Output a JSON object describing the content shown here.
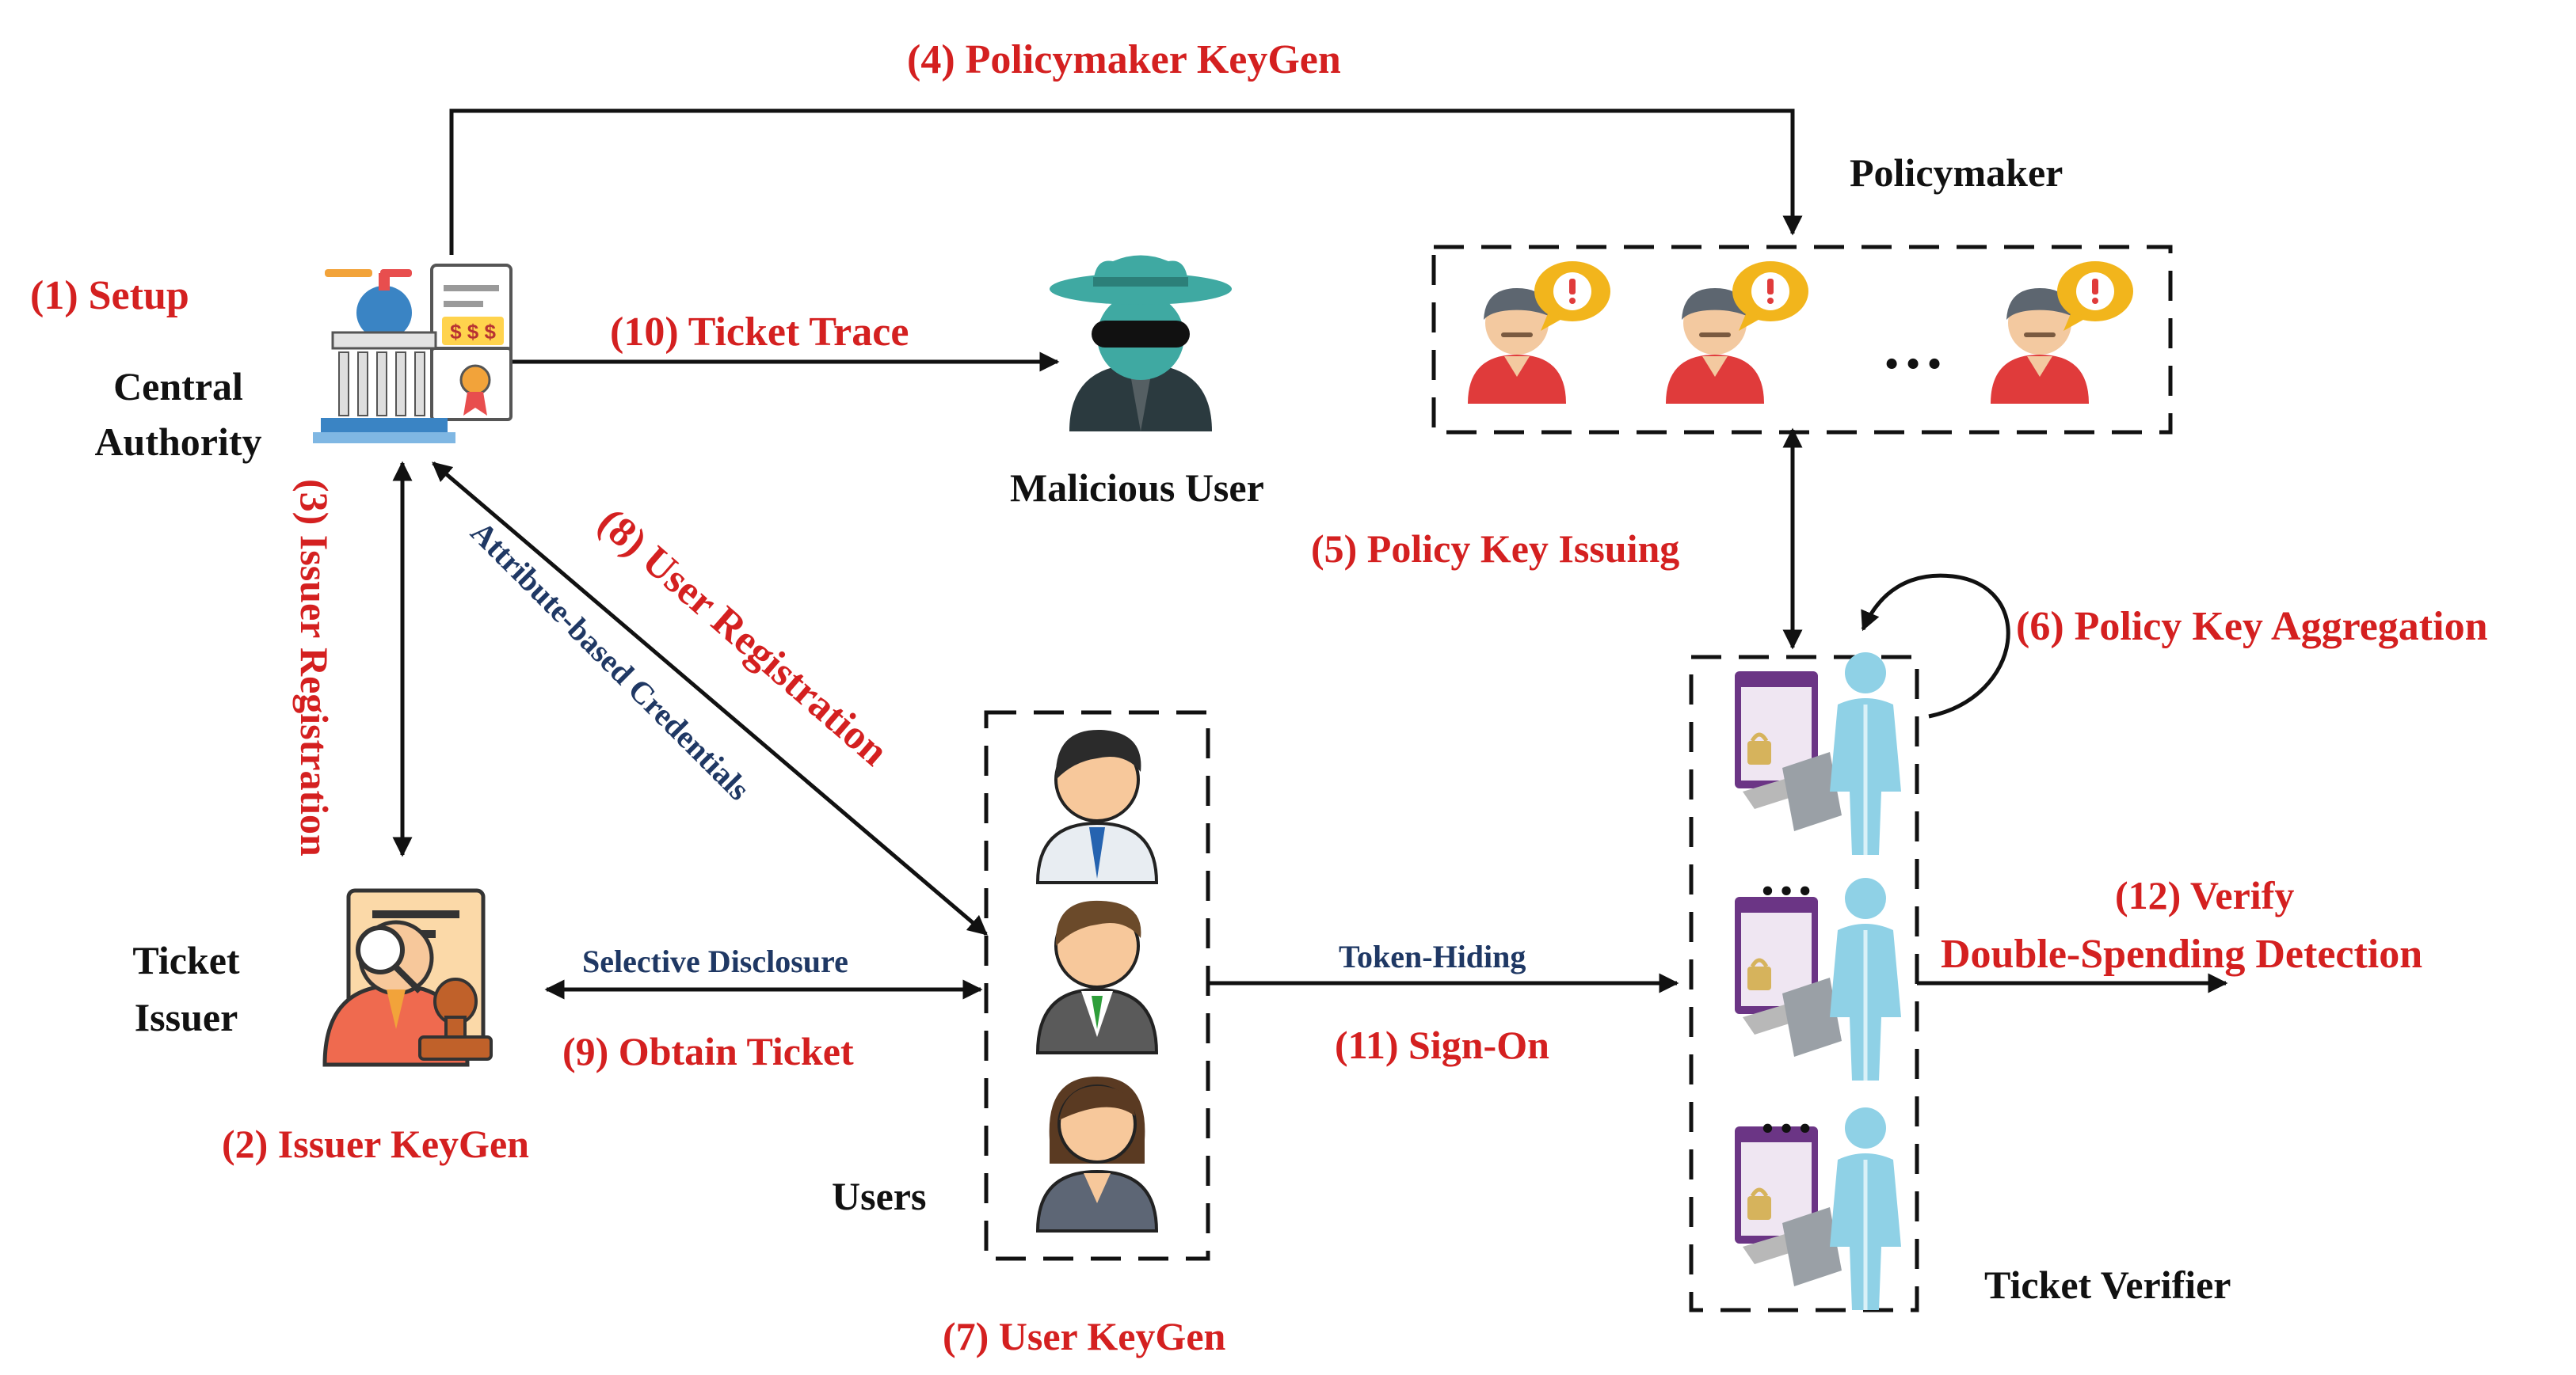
{
  "colors": {
    "step": "#d42020",
    "entity": "#111111",
    "annotation": "#1f3864"
  },
  "steps": {
    "setup": "(1)  Setup",
    "issuer_keygen": "(2) Issuer KeyGen",
    "issuer_registration": "(3) Issuer Registration",
    "policymaker_keygen": "(4) Policymaker KeyGen",
    "policy_key_issuing": "(5)  Policy Key Issuing",
    "policy_key_aggregation": "(6)  Policy Key Aggregation",
    "user_keygen": "(7)  User KeyGen",
    "user_registration": "(8)  User Registration",
    "obtain_ticket": "(9)  Obtain Ticket",
    "ticket_trace": "(10)  Ticket Trace",
    "sign_on": "(11) Sign-On",
    "verify": "(12)  Verify",
    "double_spending": "Double-Spending Detection"
  },
  "entities": {
    "central_authority_line1": "Central",
    "central_authority_line2": "Authority",
    "ticket_issuer_line1": "Ticket",
    "ticket_issuer_line2": "Issuer",
    "policymaker": "Policymaker",
    "malicious_user": "Malicious User",
    "users": "Users",
    "ticket_verifier": "Ticket Verifier"
  },
  "annotations": {
    "attribute_credentials": "Attribute-based Credentials",
    "selective_disclosure": "Selective Disclosure",
    "token_hiding": "Token-Hiding"
  },
  "ellipsis": "…",
  "icons": [
    "government-building-icon",
    "ticket-issuer-icon",
    "spy-icon",
    "policymaker-person-icon",
    "user-avatar-icon",
    "verifier-computer-icon"
  ]
}
